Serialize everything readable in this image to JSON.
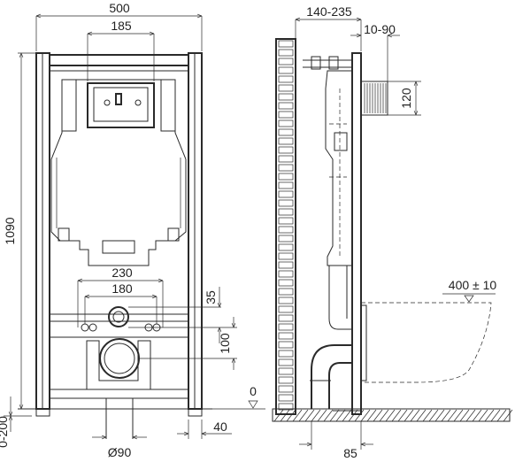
{
  "dimensions": {
    "frame_width": "500",
    "flush_plate_width": "185",
    "depth_range": "140-235",
    "offset_range": "10-90",
    "pipe_height": "120",
    "overall_height": "1090",
    "stud_spacing_outer": "230",
    "stud_spacing_inner": "180",
    "stud_offset": "35",
    "drain_offset": "100",
    "foot_adjust": "0-200",
    "foot_offset": "40",
    "drain_diameter": "Ø90",
    "floor_offset": "85",
    "bowl_height": "400 ± 10",
    "floor_level": "0"
  }
}
